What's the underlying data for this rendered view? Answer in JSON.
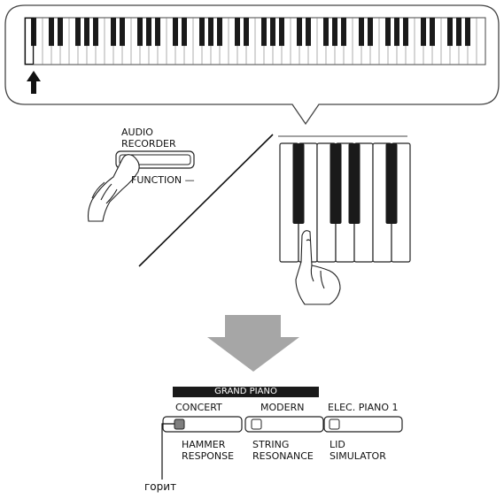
{
  "audio_recorder_label": "AUDIO\nRECORDER",
  "function_label": "FUNCTION —",
  "panel": {
    "group_label": "GRAND PIANO",
    "buttons": [
      {
        "top": "CONCERT",
        "bottom": "HAMMER\nRESPONSE"
      },
      {
        "top": "MODERN",
        "bottom": "STRING\nRESONANCE"
      },
      {
        "top": "ELEC. PIANO 1",
        "bottom": "LID\nSIMULATOR"
      }
    ]
  },
  "lit_label": "горит",
  "colors": {
    "arrow": "#a6a6a6",
    "led_on": "#7f7f7f",
    "ink": "#111111"
  }
}
